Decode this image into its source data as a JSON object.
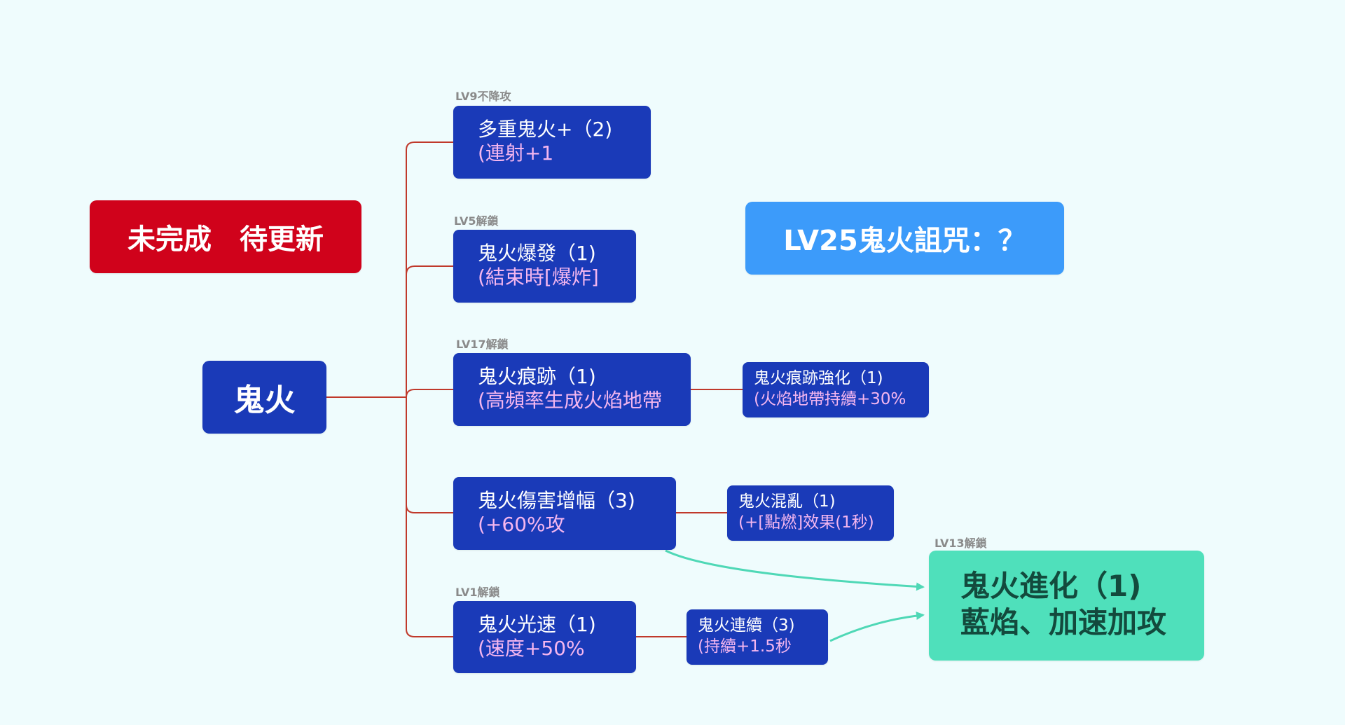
{
  "root": {
    "label": "鬼火"
  },
  "status_badge": {
    "label": "未完成　待更新"
  },
  "future_skill": {
    "label": "LV25鬼火詛咒：？"
  },
  "branches": [
    {
      "caption": "LV9不降攻",
      "title": "多重鬼火+（2)",
      "desc": "(連射+1"
    },
    {
      "caption": "LV5解鎖",
      "title": "鬼火爆發（1)",
      "desc": "(結束時[爆炸]"
    },
    {
      "caption": "LV17解鎖",
      "title": "鬼火痕跡（1)",
      "desc": "(高頻率生成火焰地帶"
    },
    {
      "caption": "",
      "title": "鬼火傷害增幅（3)",
      "desc": "(+60%攻"
    },
    {
      "caption": "LV1解鎖",
      "title": "鬼火光速（1)",
      "desc": "(速度+50%"
    }
  ],
  "sub_nodes": [
    {
      "title": "鬼火痕跡強化（1)",
      "desc": "(火焰地帶持續+30%"
    },
    {
      "title": "鬼火混亂（1)",
      "desc": "(+[點燃]效果(1秒)"
    },
    {
      "title": "鬼火連續（3)",
      "desc": "(持續+1.5秒"
    }
  ],
  "evolution": {
    "caption": "LV13解鎖",
    "title": "鬼火進化（1)",
    "desc": "藍焰、加速加攻"
  },
  "colors": {
    "background": "#effcfd",
    "node_blue": "#1a3ab8",
    "desc_pink": "#f4b6ef",
    "badge_red": "#d0021b",
    "future_blue": "#3c9bfa",
    "evolution_green": "#4fe0bb",
    "connector_red": "#c0392b",
    "arrow_green": "#4fd8b6"
  }
}
